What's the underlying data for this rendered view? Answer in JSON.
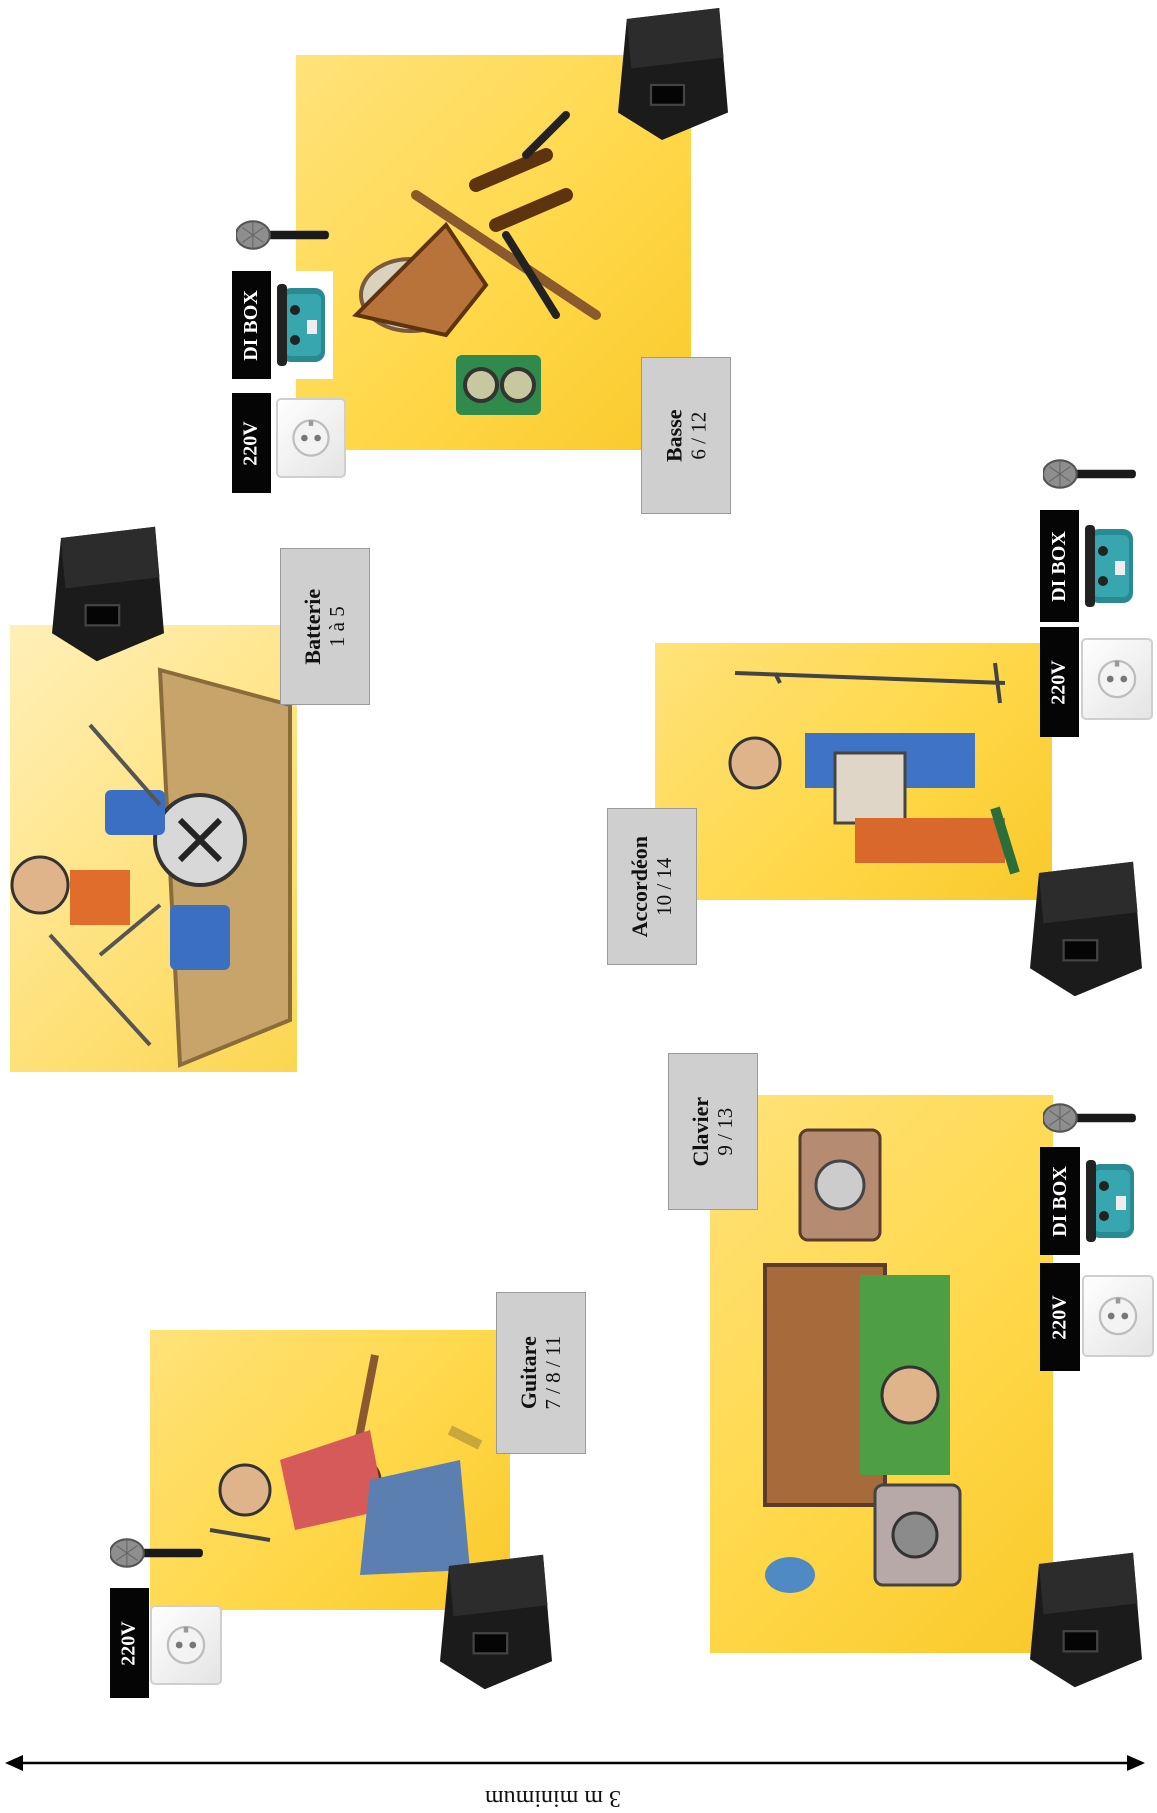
{
  "stations": [
    {
      "id": "basse",
      "name": "Basse",
      "channels": "6 / 12"
    },
    {
      "id": "batterie",
      "name": "Batterie",
      "channels": "1 à 5"
    },
    {
      "id": "accordeon",
      "name": "Accordéon",
      "channels": "10 / 14"
    },
    {
      "id": "clavier",
      "name": "Clavier",
      "channels": "9 / 13"
    },
    {
      "id": "guitare",
      "name": "Guitare",
      "channels": "7 / 8 / 11"
    }
  ],
  "power_label": "220V",
  "di_label": "DI BOX",
  "dimension_label": "3 m minimum",
  "colors": {
    "stage": "#ffd84a",
    "label_bg": "#cfcfcf",
    "tag_bg": "#050505"
  },
  "icons": [
    "wedge-monitor-icon",
    "microphone-icon",
    "power-socket-icon",
    "di-box-icon",
    "double-arrow-icon"
  ]
}
